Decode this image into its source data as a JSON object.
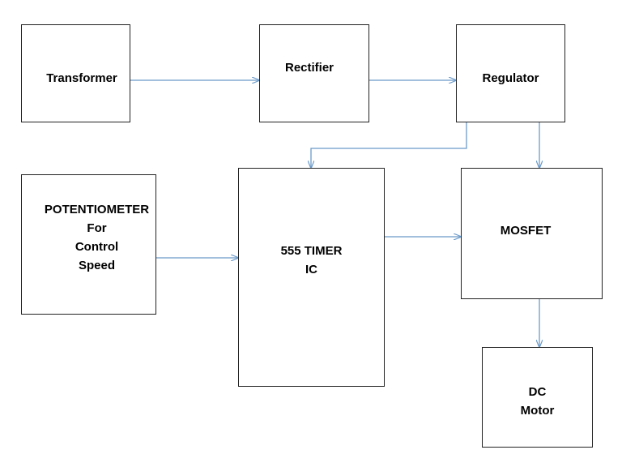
{
  "diagram": {
    "line_color": "#6b9ac9",
    "border_color": "#222222",
    "blocks": {
      "transformer": {
        "lines": [
          "Transformer"
        ]
      },
      "rectifier": {
        "lines": [
          "Rectifier"
        ]
      },
      "regulator": {
        "lines": [
          "Regulator"
        ]
      },
      "potentiometer": {
        "lines": [
          "POTENTIOMETER",
          "For",
          "Control",
          "Speed"
        ]
      },
      "timer": {
        "lines": [
          "555 TIMER",
          "IC"
        ]
      },
      "mosfet": {
        "lines": [
          "MOSFET"
        ]
      },
      "motor": {
        "lines": [
          "DC",
          "Motor"
        ]
      }
    },
    "connections": [
      {
        "from": "transformer",
        "to": "rectifier"
      },
      {
        "from": "rectifier",
        "to": "regulator"
      },
      {
        "from": "regulator",
        "to": "timer"
      },
      {
        "from": "regulator",
        "to": "mosfet"
      },
      {
        "from": "potentiometer",
        "to": "timer"
      },
      {
        "from": "timer",
        "to": "mosfet"
      },
      {
        "from": "mosfet",
        "to": "motor"
      }
    ]
  }
}
